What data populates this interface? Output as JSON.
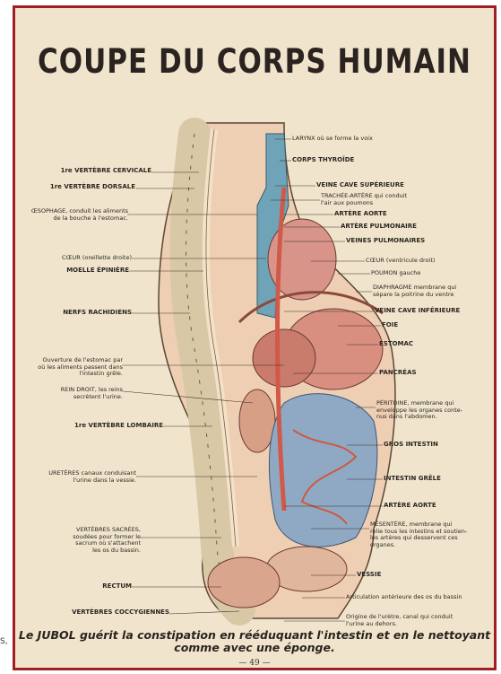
{
  "title": "COUPE DU CORPS HUMAIN",
  "labels_left": [
    {
      "text": "1re VERTÈBRE CERVICALE",
      "bold": true
    },
    {
      "text": "1re VERTÈBRE DORSALE",
      "bold": true
    },
    {
      "text": "ŒSOPHAGE, conduit les aliments\nde la bouche à l'estomac.",
      "bold": false
    },
    {
      "text": "CŒUR (oreillette droite)",
      "bold": false
    },
    {
      "text": "MOELLE ÉPINIÈRE",
      "bold": true
    },
    {
      "text": "NERFS RACHIDIENS",
      "bold": true
    },
    {
      "text": "Ouverture de l'estomac par\noù les aliments passent dans\nl'intestin grêle.",
      "bold": false
    },
    {
      "text": "REIN DROIT, les reins\nsecrètent l'urine.",
      "bold": false
    },
    {
      "text": "1re VERTÈBRE LOMBAIRE",
      "bold": true
    },
    {
      "text": "URETÈRES canaux conduisant\nl'urine dans la vessie.",
      "bold": false
    },
    {
      "text": "VERTÈBRES SACRÉES,\nsoudées pour former le\nsacrum où s'attachent\nles os du bassin.",
      "bold": false
    },
    {
      "text": "RECTUM",
      "bold": true
    },
    {
      "text": "VERTÈBRES COCCYGIENNES",
      "bold": true
    }
  ],
  "labels_right": [
    {
      "text": "LARYNX où se forme la voix",
      "bold": false
    },
    {
      "text": "CORPS THYROÏDE",
      "bold": true
    },
    {
      "text": "VEINE CAVE SUPÉRIEURE",
      "bold": true
    },
    {
      "text": "TRACHÉE-ARTÈRE qui conduit\nl'air aux poumons",
      "bold": false
    },
    {
      "text": "ARTÈRE AORTE",
      "bold": true
    },
    {
      "text": "ARTÈRE PULMONAIRE",
      "bold": true
    },
    {
      "text": "VEINES PULMONAIRES",
      "bold": true
    },
    {
      "text": "CŒUR (ventricule droit)",
      "bold": false
    },
    {
      "text": "POUMON gauche",
      "bold": false
    },
    {
      "text": "DIAPHRAGME membrane qui\nsépare la poitrine du ventre",
      "bold": false
    },
    {
      "text": "VEINE CAVE INFÉRIEURE",
      "bold": true
    },
    {
      "text": "FOIE",
      "bold": true
    },
    {
      "text": "ESTOMAC",
      "bold": true
    },
    {
      "text": "PANCRÉAS",
      "bold": true
    },
    {
      "text": "PÉRITOINE, membrane qui\nenveloppe les organes conte-\nnus dans l'abdomen.",
      "bold": false
    },
    {
      "text": "GROS INTESTIN",
      "bold": true
    },
    {
      "text": "INTESTIN GRÊLE",
      "bold": true
    },
    {
      "text": "ARTÈRE AORTE",
      "bold": true
    },
    {
      "text": "MÉSENTÈRE, membrane qui\nrelie tous les intestins et soutien-\nles artères qui desservent ces\norganes.",
      "bold": false
    },
    {
      "text": "VESSIE",
      "bold": true
    },
    {
      "text": "Articulation antérieure des os du bassin",
      "bold": false
    },
    {
      "text": "Origine de l'urètre, canal qui conduit\nl'urine au dehors.",
      "bold": false
    }
  ],
  "caption": "Le JUBOL guérit la constipation en rééduquant l'intestin et en le nettoyant\ncomme avec une éponge.",
  "page_number": "— 49 —",
  "side_fragment": "S,"
}
